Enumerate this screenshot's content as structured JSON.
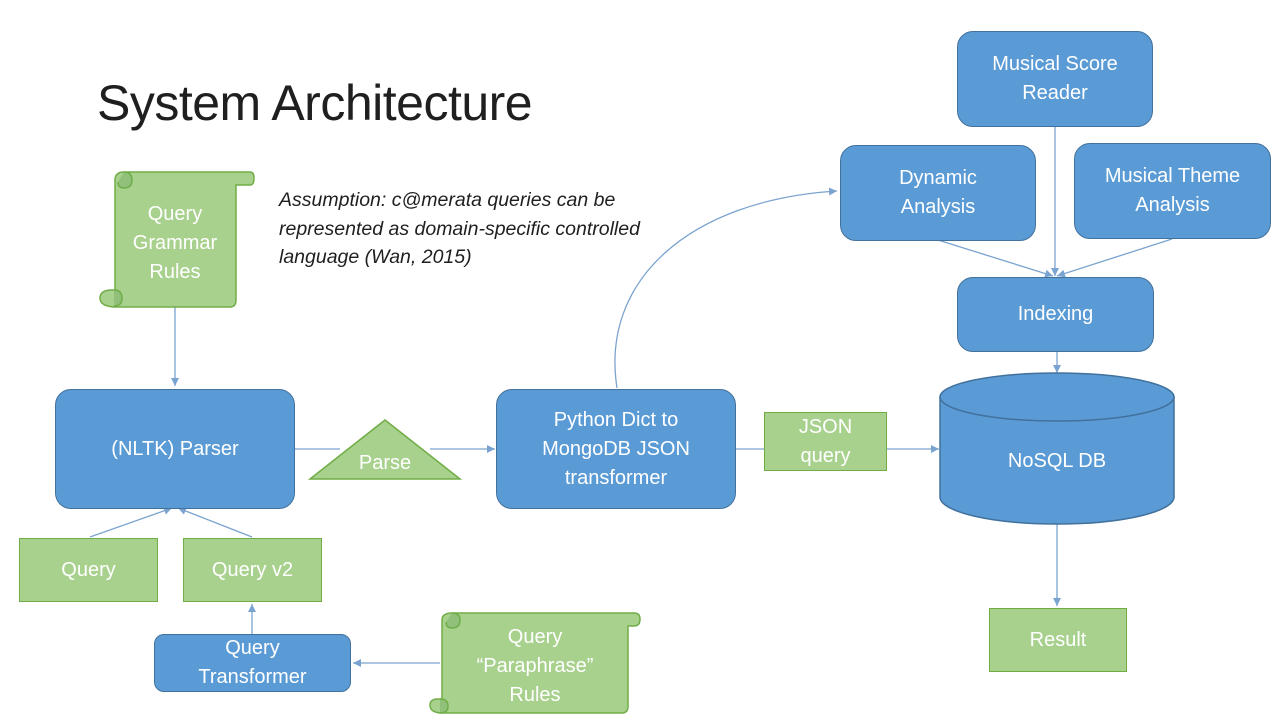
{
  "slide": {
    "title": "System Architecture",
    "assumption": "Assumption: c@merata queries can be represented as domain-specific controlled language (Wan, 2015)"
  },
  "nodes": {
    "grammar_rules": "Query\nGrammar\nRules",
    "parser": "(NLTK) Parser",
    "parse": "Parse",
    "transformer": "Python Dict to\nMongoDB JSON\ntransformer",
    "json_query": "JSON\nquery",
    "nosql": "NoSQL DB",
    "score_reader": "Musical Score\nReader",
    "dynamic": "Dynamic\nAnalysis",
    "theme": "Musical Theme\nAnalysis",
    "indexing": "Indexing",
    "result": "Result",
    "query": "Query",
    "query_v2": "Query v2",
    "query_transformer": "Query\nTransformer",
    "paraphrase_rules": "Query\n“Paraphrase”\nRules"
  },
  "colors": {
    "blue_fill": "#5b9bd5",
    "blue_border": "#41719c",
    "green_fill": "#a9d18e",
    "green_border": "#70ad47",
    "connector": "#7ba3cf"
  }
}
